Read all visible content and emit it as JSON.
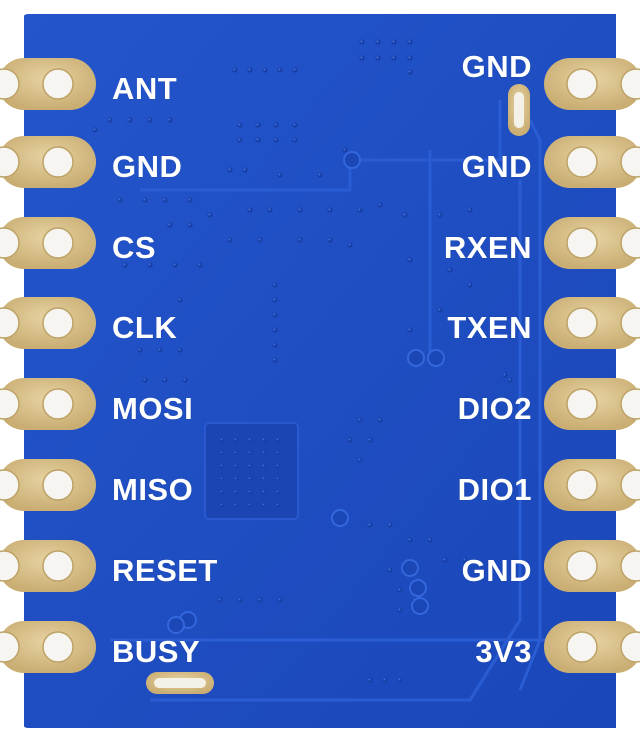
{
  "board": {
    "colors": {
      "pcb": "#1f4fc4",
      "pcb_dark": "#163ea0",
      "trace": "#2a5ad0",
      "pad_gold": "#d8c089",
      "pad_hole": "#f6f5f1",
      "silk": "#ffffff"
    },
    "left_pins": [
      {
        "label": "ANT"
      },
      {
        "label": "GND"
      },
      {
        "label": "CS"
      },
      {
        "label": "CLK"
      },
      {
        "label": "MOSI"
      },
      {
        "label": "MISO"
      },
      {
        "label": "RESET"
      },
      {
        "label": "BUSY"
      }
    ],
    "right_pins": [
      {
        "label": "GND"
      },
      {
        "label": "GND"
      },
      {
        "label": "RXEN"
      },
      {
        "label": "TXEN"
      },
      {
        "label": "DIO2"
      },
      {
        "label": "DIO1"
      },
      {
        "label": "GND"
      },
      {
        "label": "3V3"
      }
    ]
  }
}
